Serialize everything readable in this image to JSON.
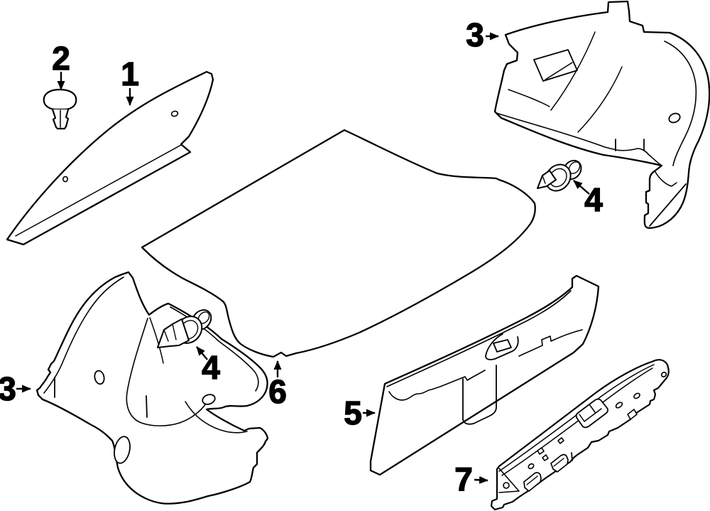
{
  "diagram": {
    "background": "#ffffff",
    "ink": "#000000",
    "callouts": [
      {
        "label": "1"
      },
      {
        "label": "2"
      },
      {
        "label": "3"
      },
      {
        "label": "4"
      },
      {
        "label": "3"
      },
      {
        "label": "4"
      },
      {
        "label": "5"
      },
      {
        "label": "6"
      },
      {
        "label": "7"
      }
    ]
  }
}
